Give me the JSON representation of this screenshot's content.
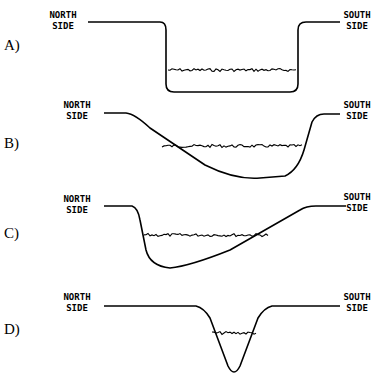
{
  "diagram": {
    "labels": [
      "A)",
      "NORTH SIDE",
      "SOUTH SIDE",
      "B)",
      "NORTH SIDE",
      "SOUTH SIDE",
      "C)",
      "NORTH SIDE",
      "SOUTH SIDE",
      "D)",
      "NORTH SIDE",
      "SOUTH SIDE"
    ]
  }
}
